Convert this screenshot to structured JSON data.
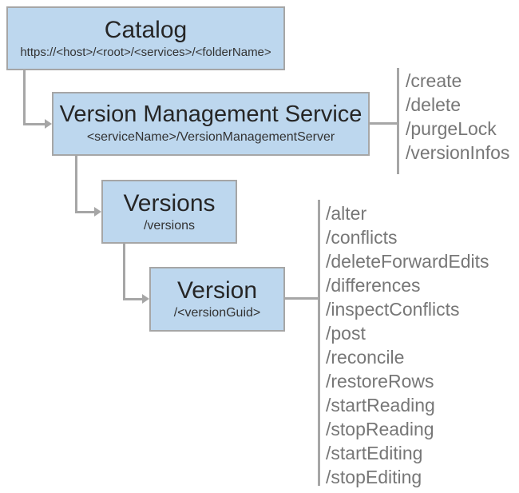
{
  "nodes": {
    "catalog": {
      "title": "Catalog",
      "subtitle": "https://<host>/<root>/<services>/<folderName>"
    },
    "service": {
      "title": "Version Management Service",
      "subtitle": "<serviceName>/VersionManagementServer",
      "operations": [
        "/create",
        "/delete",
        "/purgeLock",
        "/versionInfos"
      ]
    },
    "versions": {
      "title": "Versions",
      "subtitle": "/versions"
    },
    "version": {
      "title": "Version",
      "subtitle": "/<versionGuid>",
      "operations": [
        "/alter",
        "/conflicts",
        "/deleteForwardEdits",
        "/differences",
        "/inspectConflicts",
        "/post",
        "/reconcile",
        "/restoreRows",
        "/startReading",
        "/stopReading",
        "/startEditing",
        "/stopEditing"
      ]
    }
  },
  "colors": {
    "box_fill": "#BDD7EE",
    "box_border": "#A6A6A6",
    "connector": "#A6A6A6",
    "title_text": "#262626",
    "subtitle_text": "#333333",
    "operation_text": "#777777"
  }
}
